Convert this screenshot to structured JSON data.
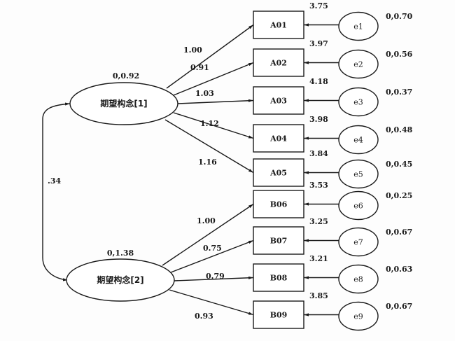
{
  "diagram": {
    "type": "structural-equation-model",
    "latents": [
      {
        "id": "F1",
        "label": "期望构念[1]",
        "stats": "0,0.92",
        "indicators": [
          {
            "name": "A01",
            "loading": "1.00",
            "intercept": "3.75",
            "error": "e1",
            "error_stats": "0,0.70"
          },
          {
            "name": "A02",
            "loading": "0.91",
            "intercept": "3.97",
            "error": "e2",
            "error_stats": "0,0.56"
          },
          {
            "name": "A03",
            "loading": "1.03",
            "intercept": "4.18",
            "error": "e3",
            "error_stats": "0,0.37"
          },
          {
            "name": "A04",
            "loading": "1.12",
            "intercept": "3.98",
            "error": "e4",
            "error_stats": "0,0.48"
          },
          {
            "name": "A05",
            "loading": "1.16",
            "intercept": "3.84",
            "error": "e5",
            "error_stats": "0,0.45"
          }
        ]
      },
      {
        "id": "F2",
        "label": "期望构念[2]",
        "stats": "0,1.38",
        "indicators": [
          {
            "name": "B06",
            "loading": "1.00",
            "intercept": "3.53",
            "error": "e6",
            "error_stats": "0,0.25"
          },
          {
            "name": "B07",
            "loading": "0.75",
            "intercept": "3.25",
            "error": "e7",
            "error_stats": "0,0.67"
          },
          {
            "name": "B08",
            "loading": "0.79",
            "intercept": "3.21",
            "error": "e8",
            "error_stats": "0,0.63"
          },
          {
            "name": "B09",
            "loading": "0.93",
            "intercept": "3.85",
            "error": "e9",
            "error_stats": "0,0.67"
          }
        ]
      }
    ],
    "covariance": {
      "between": [
        "F1",
        "F2"
      ],
      "value": ".34"
    }
  }
}
